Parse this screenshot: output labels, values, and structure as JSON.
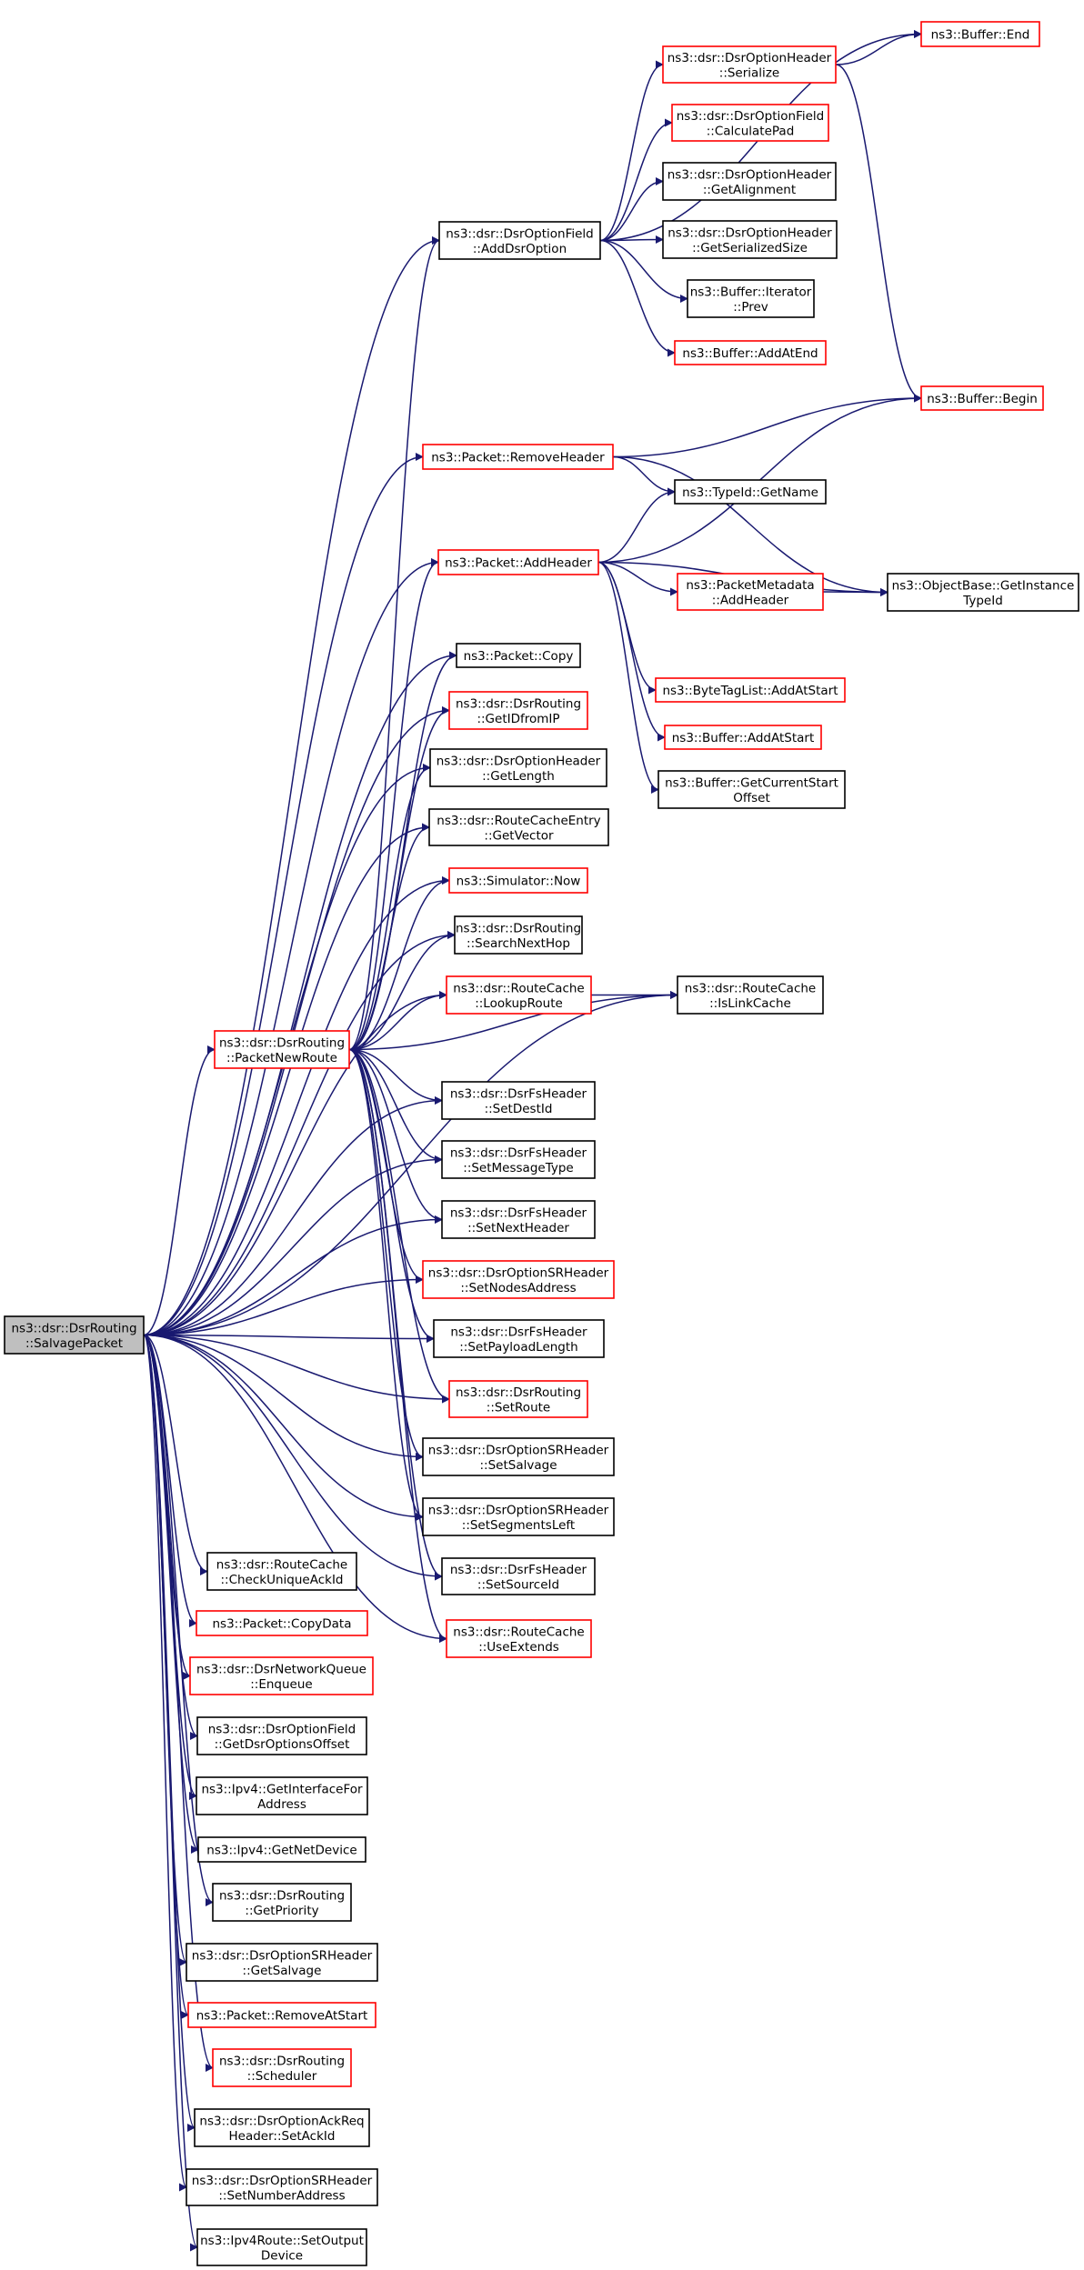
{
  "root": {
    "id": "salvagepacket",
    "lines": [
      "ns3::dsr::DsrRouting",
      "::SalvagePacket"
    ],
    "style": "root"
  },
  "nodes": [
    {
      "id": "buffer_end",
      "lines": [
        "ns3::Buffer::End"
      ],
      "style": "red"
    },
    {
      "id": "dsroptionheader_serialize",
      "lines": [
        "ns3::dsr::DsrOptionHeader",
        "::Serialize"
      ],
      "style": "red"
    },
    {
      "id": "calculatepad",
      "lines": [
        "ns3::dsr::DsrOptionField",
        "::CalculatePad"
      ],
      "style": "red"
    },
    {
      "id": "getalignment",
      "lines": [
        "ns3::dsr::DsrOptionHeader",
        "::GetAlignment"
      ],
      "style": "black"
    },
    {
      "id": "adddsroption",
      "lines": [
        "ns3::dsr::DsrOptionField",
        "::AddDsrOption"
      ],
      "style": "black"
    },
    {
      "id": "getserializedsize",
      "lines": [
        "ns3::dsr::DsrOptionHeader",
        "::GetSerializedSize"
      ],
      "style": "black"
    },
    {
      "id": "iterator_prev",
      "lines": [
        "ns3::Buffer::Iterator",
        "::Prev"
      ],
      "style": "black"
    },
    {
      "id": "buffer_addatend",
      "lines": [
        "ns3::Buffer::AddAtEnd"
      ],
      "style": "red"
    },
    {
      "id": "buffer_begin",
      "lines": [
        "ns3::Buffer::Begin"
      ],
      "style": "red"
    },
    {
      "id": "packet_removeheader",
      "lines": [
        "ns3::Packet::RemoveHeader"
      ],
      "style": "red"
    },
    {
      "id": "typeid_getname",
      "lines": [
        "ns3::TypeId::GetName"
      ],
      "style": "black"
    },
    {
      "id": "packet_addheader",
      "lines": [
        "ns3::Packet::AddHeader"
      ],
      "style": "red"
    },
    {
      "id": "packetmetadata_addheader",
      "lines": [
        "ns3::PacketMetadata",
        "::AddHeader"
      ],
      "style": "red"
    },
    {
      "id": "getinstancetypeid",
      "lines": [
        "ns3::ObjectBase::GetInstance",
        "TypeId"
      ],
      "style": "black"
    },
    {
      "id": "packet_copy",
      "lines": [
        "ns3::Packet::Copy"
      ],
      "style": "black"
    },
    {
      "id": "bytetaglist_addatstart",
      "lines": [
        "ns3::ByteTagList::AddAtStart"
      ],
      "style": "red"
    },
    {
      "id": "getidfromip",
      "lines": [
        "ns3::dsr::DsrRouting",
        "::GetIDfromIP"
      ],
      "style": "red"
    },
    {
      "id": "buffer_addatstart",
      "lines": [
        "ns3::Buffer::AddAtStart"
      ],
      "style": "red"
    },
    {
      "id": "dsroptionheader_getlength",
      "lines": [
        "ns3::dsr::DsrOptionHeader",
        "::GetLength"
      ],
      "style": "black"
    },
    {
      "id": "getcurrentstartoffset",
      "lines": [
        "ns3::Buffer::GetCurrentStart",
        "Offset"
      ],
      "style": "black"
    },
    {
      "id": "routecacheentry_getvector",
      "lines": [
        "ns3::dsr::RouteCacheEntry",
        "::GetVector"
      ],
      "style": "black"
    },
    {
      "id": "simulator_now",
      "lines": [
        "ns3::Simulator::Now"
      ],
      "style": "red"
    },
    {
      "id": "searchnexthop",
      "lines": [
        "ns3::dsr::DsrRouting",
        "::SearchNextHop"
      ],
      "style": "black"
    },
    {
      "id": "lookuproute",
      "lines": [
        "ns3::dsr::RouteCache",
        "::LookupRoute"
      ],
      "style": "red"
    },
    {
      "id": "islinkcache",
      "lines": [
        "ns3::dsr::RouteCache",
        "::IsLinkCache"
      ],
      "style": "black"
    },
    {
      "id": "packetnewroute",
      "lines": [
        "ns3::dsr::DsrRouting",
        "::PacketNewRoute"
      ],
      "style": "red"
    },
    {
      "id": "setdestid",
      "lines": [
        "ns3::dsr::DsrFsHeader",
        "::SetDestId"
      ],
      "style": "black"
    },
    {
      "id": "setmessagetype",
      "lines": [
        "ns3::dsr::DsrFsHeader",
        "::SetMessageType"
      ],
      "style": "black"
    },
    {
      "id": "setnextheader",
      "lines": [
        "ns3::dsr::DsrFsHeader",
        "::SetNextHeader"
      ],
      "style": "black"
    },
    {
      "id": "setnodesaddress",
      "lines": [
        "ns3::dsr::DsrOptionSRHeader",
        "::SetNodesAddress"
      ],
      "style": "red"
    },
    {
      "id": "setpayloadlength",
      "lines": [
        "ns3::dsr::DsrFsHeader",
        "::SetPayloadLength"
      ],
      "style": "black"
    },
    {
      "id": "setroute",
      "lines": [
        "ns3::dsr::DsrRouting",
        "::SetRoute"
      ],
      "style": "red"
    },
    {
      "id": "setsalvage",
      "lines": [
        "ns3::dsr::DsrOptionSRHeader",
        "::SetSalvage"
      ],
      "style": "black"
    },
    {
      "id": "setsegmentsleft",
      "lines": [
        "ns3::dsr::DsrOptionSRHeader",
        "::SetSegmentsLeft"
      ],
      "style": "black"
    },
    {
      "id": "setsourceid",
      "lines": [
        "ns3::dsr::DsrFsHeader",
        "::SetSourceId"
      ],
      "style": "black"
    },
    {
      "id": "useextends",
      "lines": [
        "ns3::dsr::RouteCache",
        "::UseExtends"
      ],
      "style": "red"
    },
    {
      "id": "checkuniqueackid",
      "lines": [
        "ns3::dsr::RouteCache",
        "::CheckUniqueAckId"
      ],
      "style": "black"
    },
    {
      "id": "packet_copydata",
      "lines": [
        "ns3::Packet::CopyData"
      ],
      "style": "red"
    },
    {
      "id": "networkqueue_enqueue",
      "lines": [
        "ns3::dsr::DsrNetworkQueue",
        "::Enqueue"
      ],
      "style": "red"
    },
    {
      "id": "getdsroptionsoffset",
      "lines": [
        "ns3::dsr::DsrOptionField",
        "::GetDsrOptionsOffset"
      ],
      "style": "black"
    },
    {
      "id": "getinterfaceforaddress",
      "lines": [
        "ns3::Ipv4::GetInterfaceFor",
        "Address"
      ],
      "style": "black"
    },
    {
      "id": "getnetdevice",
      "lines": [
        "ns3::Ipv4::GetNetDevice"
      ],
      "style": "black"
    },
    {
      "id": "getpriority",
      "lines": [
        "ns3::dsr::DsrRouting",
        "::GetPriority"
      ],
      "style": "black"
    },
    {
      "id": "getsalvage",
      "lines": [
        "ns3::dsr::DsrOptionSRHeader",
        "::GetSalvage"
      ],
      "style": "black"
    },
    {
      "id": "removeatstart",
      "lines": [
        "ns3::Packet::RemoveAtStart"
      ],
      "style": "red"
    },
    {
      "id": "scheduler",
      "lines": [
        "ns3::dsr::DsrRouting",
        "::Scheduler"
      ],
      "style": "red"
    },
    {
      "id": "setackid",
      "lines": [
        "ns3::dsr::DsrOptionAckReq",
        "Header::SetAckId"
      ],
      "style": "black"
    },
    {
      "id": "setnumberaddress",
      "lines": [
        "ns3::dsr::DsrOptionSRHeader",
        "::SetNumberAddress"
      ],
      "style": "black"
    },
    {
      "id": "setoutputdevice",
      "lines": [
        "ns3::Ipv4Route::SetOutput",
        "Device"
      ],
      "style": "black"
    }
  ],
  "edges": [
    [
      "adddsroption",
      "dsroptionheader_serialize"
    ],
    [
      "adddsroption",
      "buffer_end"
    ],
    [
      "adddsroption",
      "calculatepad"
    ],
    [
      "adddsroption",
      "getalignment"
    ],
    [
      "adddsroption",
      "getserializedsize"
    ],
    [
      "adddsroption",
      "iterator_prev"
    ],
    [
      "adddsroption",
      "buffer_addatend"
    ],
    [
      "dsroptionheader_serialize",
      "buffer_end"
    ],
    [
      "dsroptionheader_serialize",
      "buffer_begin"
    ],
    [
      "packet_removeheader",
      "buffer_begin"
    ],
    [
      "packet_removeheader",
      "typeid_getname"
    ],
    [
      "packet_removeheader",
      "getinstancetypeid"
    ],
    [
      "packet_addheader",
      "buffer_begin"
    ],
    [
      "packet_addheader",
      "typeid_getname"
    ],
    [
      "packet_addheader",
      "packetmetadata_addheader"
    ],
    [
      "packet_addheader",
      "getinstancetypeid"
    ],
    [
      "packet_addheader",
      "bytetaglist_addatstart"
    ],
    [
      "packet_addheader",
      "buffer_addatstart"
    ],
    [
      "packet_addheader",
      "getcurrentstartoffset"
    ],
    [
      "packetmetadata_addheader",
      "getinstancetypeid"
    ],
    [
      "lookuproute",
      "islinkcache"
    ],
    [
      "packetnewroute",
      "adddsroption"
    ],
    [
      "packetnewroute",
      "packet_addheader"
    ],
    [
      "packetnewroute",
      "packet_copy"
    ],
    [
      "packetnewroute",
      "getidfromip"
    ],
    [
      "packetnewroute",
      "dsroptionheader_getlength"
    ],
    [
      "packetnewroute",
      "routecacheentry_getvector"
    ],
    [
      "packetnewroute",
      "simulator_now"
    ],
    [
      "packetnewroute",
      "searchnexthop"
    ],
    [
      "packetnewroute",
      "lookuproute"
    ],
    [
      "packetnewroute",
      "islinkcache"
    ],
    [
      "packetnewroute",
      "setdestid"
    ],
    [
      "packetnewroute",
      "setmessagetype"
    ],
    [
      "packetnewroute",
      "setnextheader"
    ],
    [
      "packetnewroute",
      "setnodesaddress"
    ],
    [
      "packetnewroute",
      "setpayloadlength"
    ],
    [
      "packetnewroute",
      "setroute"
    ],
    [
      "packetnewroute",
      "setsalvage"
    ],
    [
      "packetnewroute",
      "setsegmentsleft"
    ],
    [
      "packetnewroute",
      "setsourceid"
    ],
    [
      "packetnewroute",
      "useextends"
    ],
    [
      "salvagepacket",
      "adddsroption"
    ],
    [
      "salvagepacket",
      "packet_removeheader"
    ],
    [
      "salvagepacket",
      "packet_addheader"
    ],
    [
      "salvagepacket",
      "packet_copy"
    ],
    [
      "salvagepacket",
      "getidfromip"
    ],
    [
      "salvagepacket",
      "dsroptionheader_getlength"
    ],
    [
      "salvagepacket",
      "routecacheentry_getvector"
    ],
    [
      "salvagepacket",
      "simulator_now"
    ],
    [
      "salvagepacket",
      "searchnexthop"
    ],
    [
      "salvagepacket",
      "lookuproute"
    ],
    [
      "salvagepacket",
      "islinkcache"
    ],
    [
      "salvagepacket",
      "packetnewroute"
    ],
    [
      "salvagepacket",
      "setdestid"
    ],
    [
      "salvagepacket",
      "setmessagetype"
    ],
    [
      "salvagepacket",
      "setnextheader"
    ],
    [
      "salvagepacket",
      "setnodesaddress"
    ],
    [
      "salvagepacket",
      "setpayloadlength"
    ],
    [
      "salvagepacket",
      "setroute"
    ],
    [
      "salvagepacket",
      "setsalvage"
    ],
    [
      "salvagepacket",
      "setsegmentsleft"
    ],
    [
      "salvagepacket",
      "setsourceid"
    ],
    [
      "salvagepacket",
      "useextends"
    ],
    [
      "salvagepacket",
      "checkuniqueackid"
    ],
    [
      "salvagepacket",
      "packet_copydata"
    ],
    [
      "salvagepacket",
      "networkqueue_enqueue"
    ],
    [
      "salvagepacket",
      "getdsroptionsoffset"
    ],
    [
      "salvagepacket",
      "getinterfaceforaddress"
    ],
    [
      "salvagepacket",
      "getnetdevice"
    ],
    [
      "salvagepacket",
      "getpriority"
    ],
    [
      "salvagepacket",
      "getsalvage"
    ],
    [
      "salvagepacket",
      "removeatstart"
    ],
    [
      "salvagepacket",
      "scheduler"
    ],
    [
      "salvagepacket",
      "setackid"
    ],
    [
      "salvagepacket",
      "setnumberaddress"
    ],
    [
      "salvagepacket",
      "setoutputdevice"
    ]
  ]
}
